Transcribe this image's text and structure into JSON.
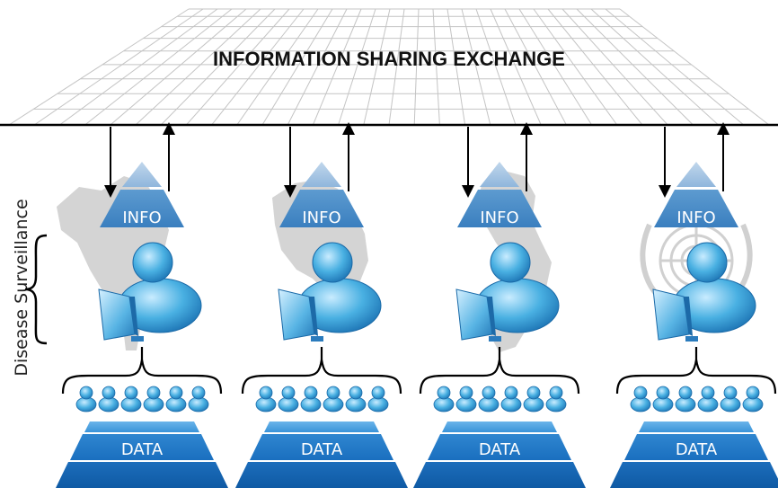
{
  "banner": {
    "title": "INFORMATION SHARING EXCHANGE"
  },
  "side_label": "Disease Surveillance",
  "columns": [
    {
      "info_label": "INFO",
      "data_label": "DATA",
      "map_icon": "country-map-icon"
    },
    {
      "info_label": "INFO",
      "data_label": "DATA",
      "map_icon": "country-map-icon"
    },
    {
      "info_label": "INFO",
      "data_label": "DATA",
      "map_icon": "country-map-icon"
    },
    {
      "info_label": "INFO",
      "data_label": "DATA",
      "map_icon": "un-emblem-icon"
    }
  ],
  "colors": {
    "grid": "#bfbfbf",
    "bar": "#000000",
    "info_top": "#a9c6e2",
    "info_bottom": "#4a8cc6",
    "data_top": "#3b8fd6",
    "data_bottom": "#1060b0",
    "person": "#3fa8dc",
    "map": "#d4d4d4"
  }
}
